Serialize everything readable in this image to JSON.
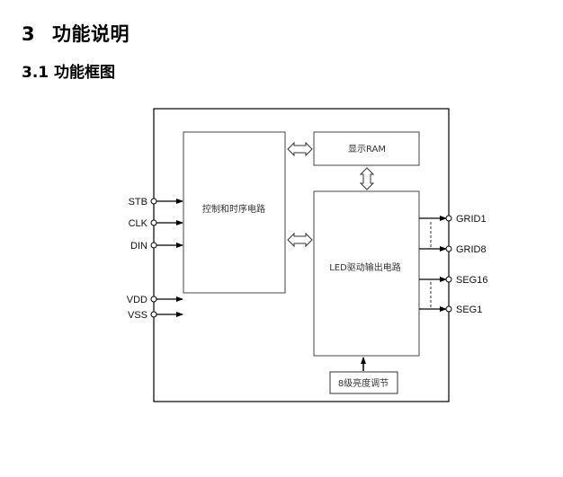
{
  "section": {
    "number": "3",
    "title": "功能说明"
  },
  "subsection": {
    "number": "3.1",
    "title": "功能框图"
  },
  "diagram": {
    "blocks": {
      "control": "控制和时序电路",
      "ram": "显示RAM",
      "led_driver": "LED驱动输出电路",
      "brightness": "8级亮度调节"
    },
    "inputs": [
      "STB",
      "CLK",
      "DIN",
      "VDD",
      "VSS"
    ],
    "outputs": [
      "GRID1",
      "GRID8",
      "SEG16",
      "SEG1"
    ]
  }
}
